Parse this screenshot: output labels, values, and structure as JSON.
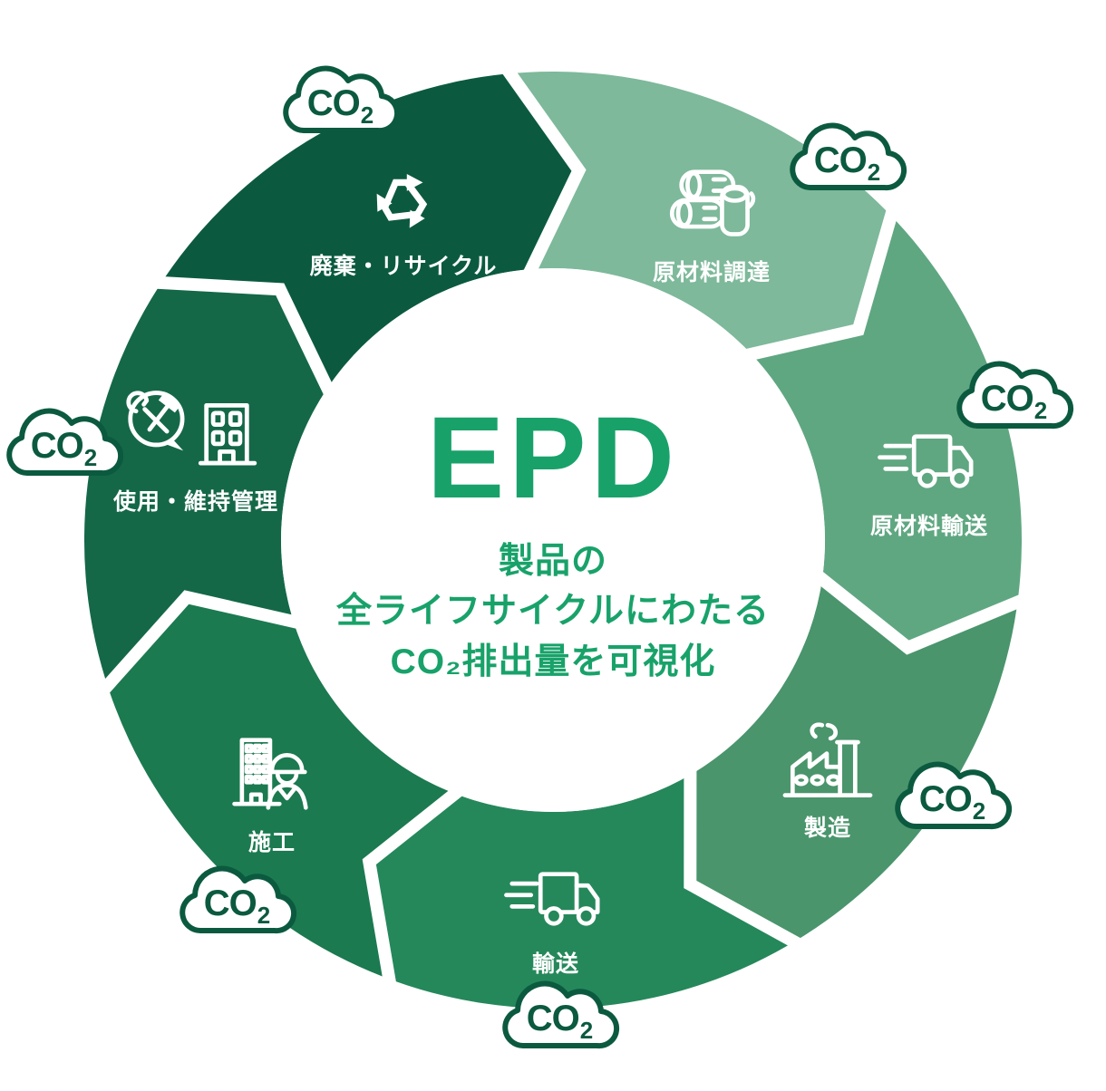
{
  "center": {
    "title": "EPD",
    "tagline_lines": [
      "製品の",
      "全ライフサイクルにわたる",
      "CO₂排出量を可視化"
    ]
  },
  "co2": {
    "label": "CO",
    "sub": "2"
  },
  "segments": [
    {
      "label": "原材料調達",
      "icon": "logs-icon",
      "color": "#7db99a"
    },
    {
      "label": "原材料輸送",
      "icon": "truck-icon",
      "color": "#5fa781"
    },
    {
      "label": "製造",
      "icon": "factory-icon",
      "color": "#4a956c"
    },
    {
      "label": "輸送",
      "icon": "truck-icon",
      "color": "#25885a"
    },
    {
      "label": "施工",
      "icon": "worker-building-icon",
      "color": "#1b7a4f"
    },
    {
      "label": "使用・維持管理",
      "icon": "tools-bubble-building-icon",
      "color": "#146848"
    },
    {
      "label": "廃棄・リサイクル",
      "icon": "recycle-icon",
      "color": "#0b5a3f"
    }
  ],
  "colors": {
    "accent": "#18a269",
    "cloud_outline": "#0b5a3f",
    "cloud_fill": "#ffffff",
    "background": "#ffffff"
  }
}
